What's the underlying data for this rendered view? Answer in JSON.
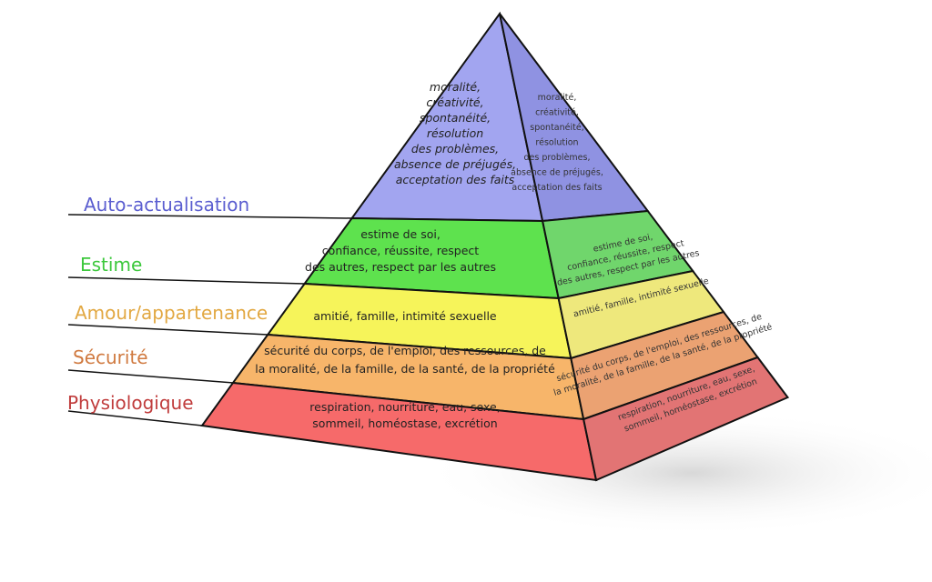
{
  "levels": [
    {
      "name": "Auto-actualisation",
      "color": "#5b5ed0",
      "front": "#a2a5f0",
      "side": "#8f92e2",
      "lines": [
        "moralité,",
        "créativité,",
        "spontanéité,",
        "résolution",
        "des problèmes,",
        "absence de préjugés,",
        "acceptation des faits"
      ]
    },
    {
      "name": "Estime",
      "color": "#3cc83c",
      "front": "#5ee24e",
      "side": "#70d66c",
      "lines": [
        "estime de soi,",
        "confiance, réussite, respect",
        "des autres, respect par les autres"
      ]
    },
    {
      "name": "Amour/appartenance",
      "color": "#e2a842",
      "front": "#f6f45a",
      "side": "#eee87c",
      "lines": [
        "amitié, famille, intimité sexuelle"
      ]
    },
    {
      "name": "Sécurité",
      "color": "#d07a40",
      "front": "#f7b56a",
      "side": "#eba272",
      "lines": [
        "sécurité du corps, de l'emploi, des ressources, de",
        "la moralité, de la famille, de la santé, de la propriété"
      ]
    },
    {
      "name": "Physiologique",
      "color": "#c03c3c",
      "front": "#f66a6a",
      "side": "#e27474",
      "lines": [
        "respiration, nourriture, eau, sexe,",
        "sommeil, homéostase, excrétion"
      ]
    }
  ]
}
